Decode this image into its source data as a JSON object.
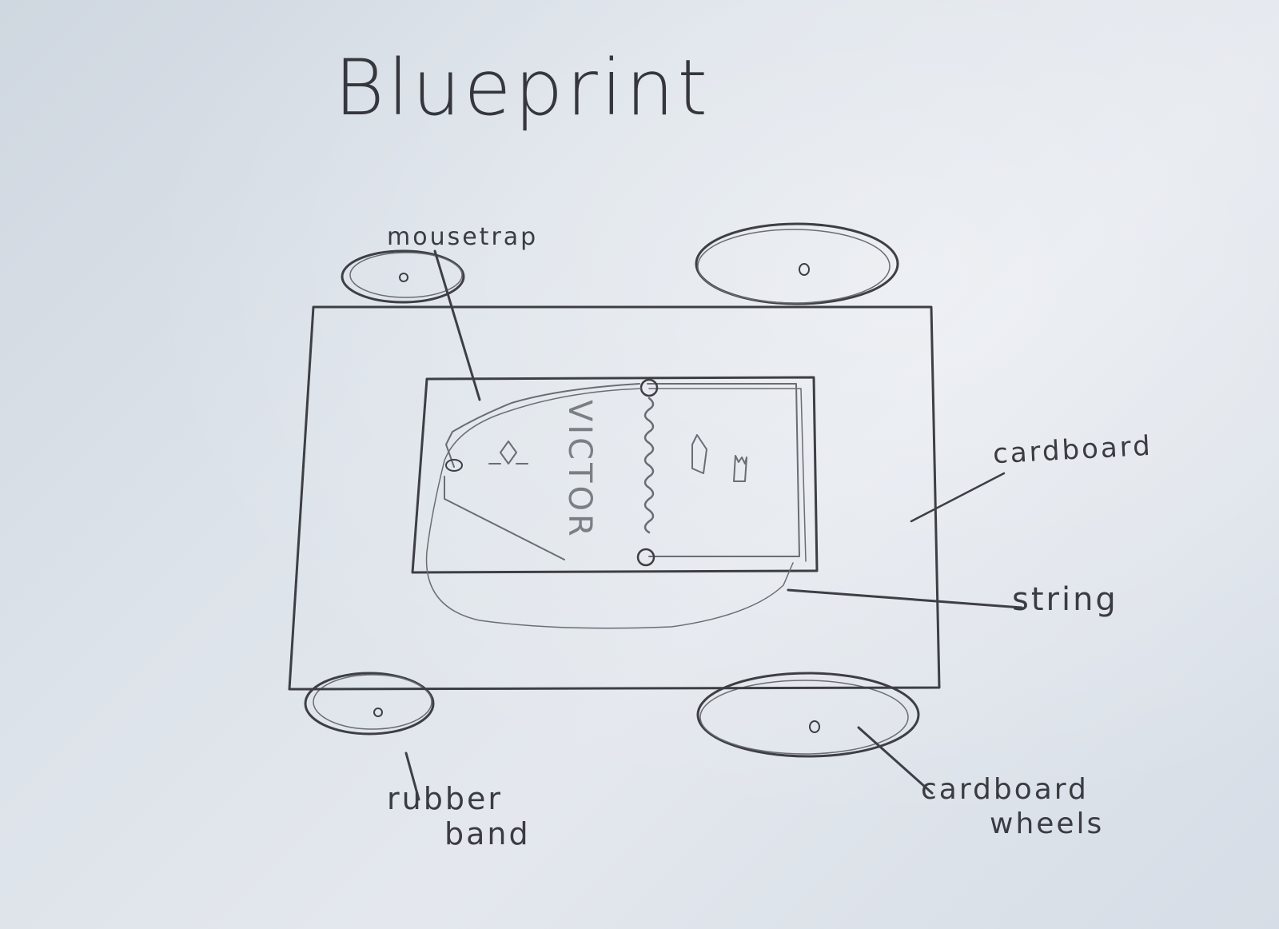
{
  "title": "Blueprint",
  "labels": {
    "mousetrap": "mousetrap",
    "cardboard": "cardboard",
    "string": "string",
    "rubber_band_line1": "rubber",
    "rubber_band_line2": "band",
    "wheels_line1": "cardboard",
    "wheels_line2": "wheels"
  },
  "trap_brand": "VICTOR"
}
